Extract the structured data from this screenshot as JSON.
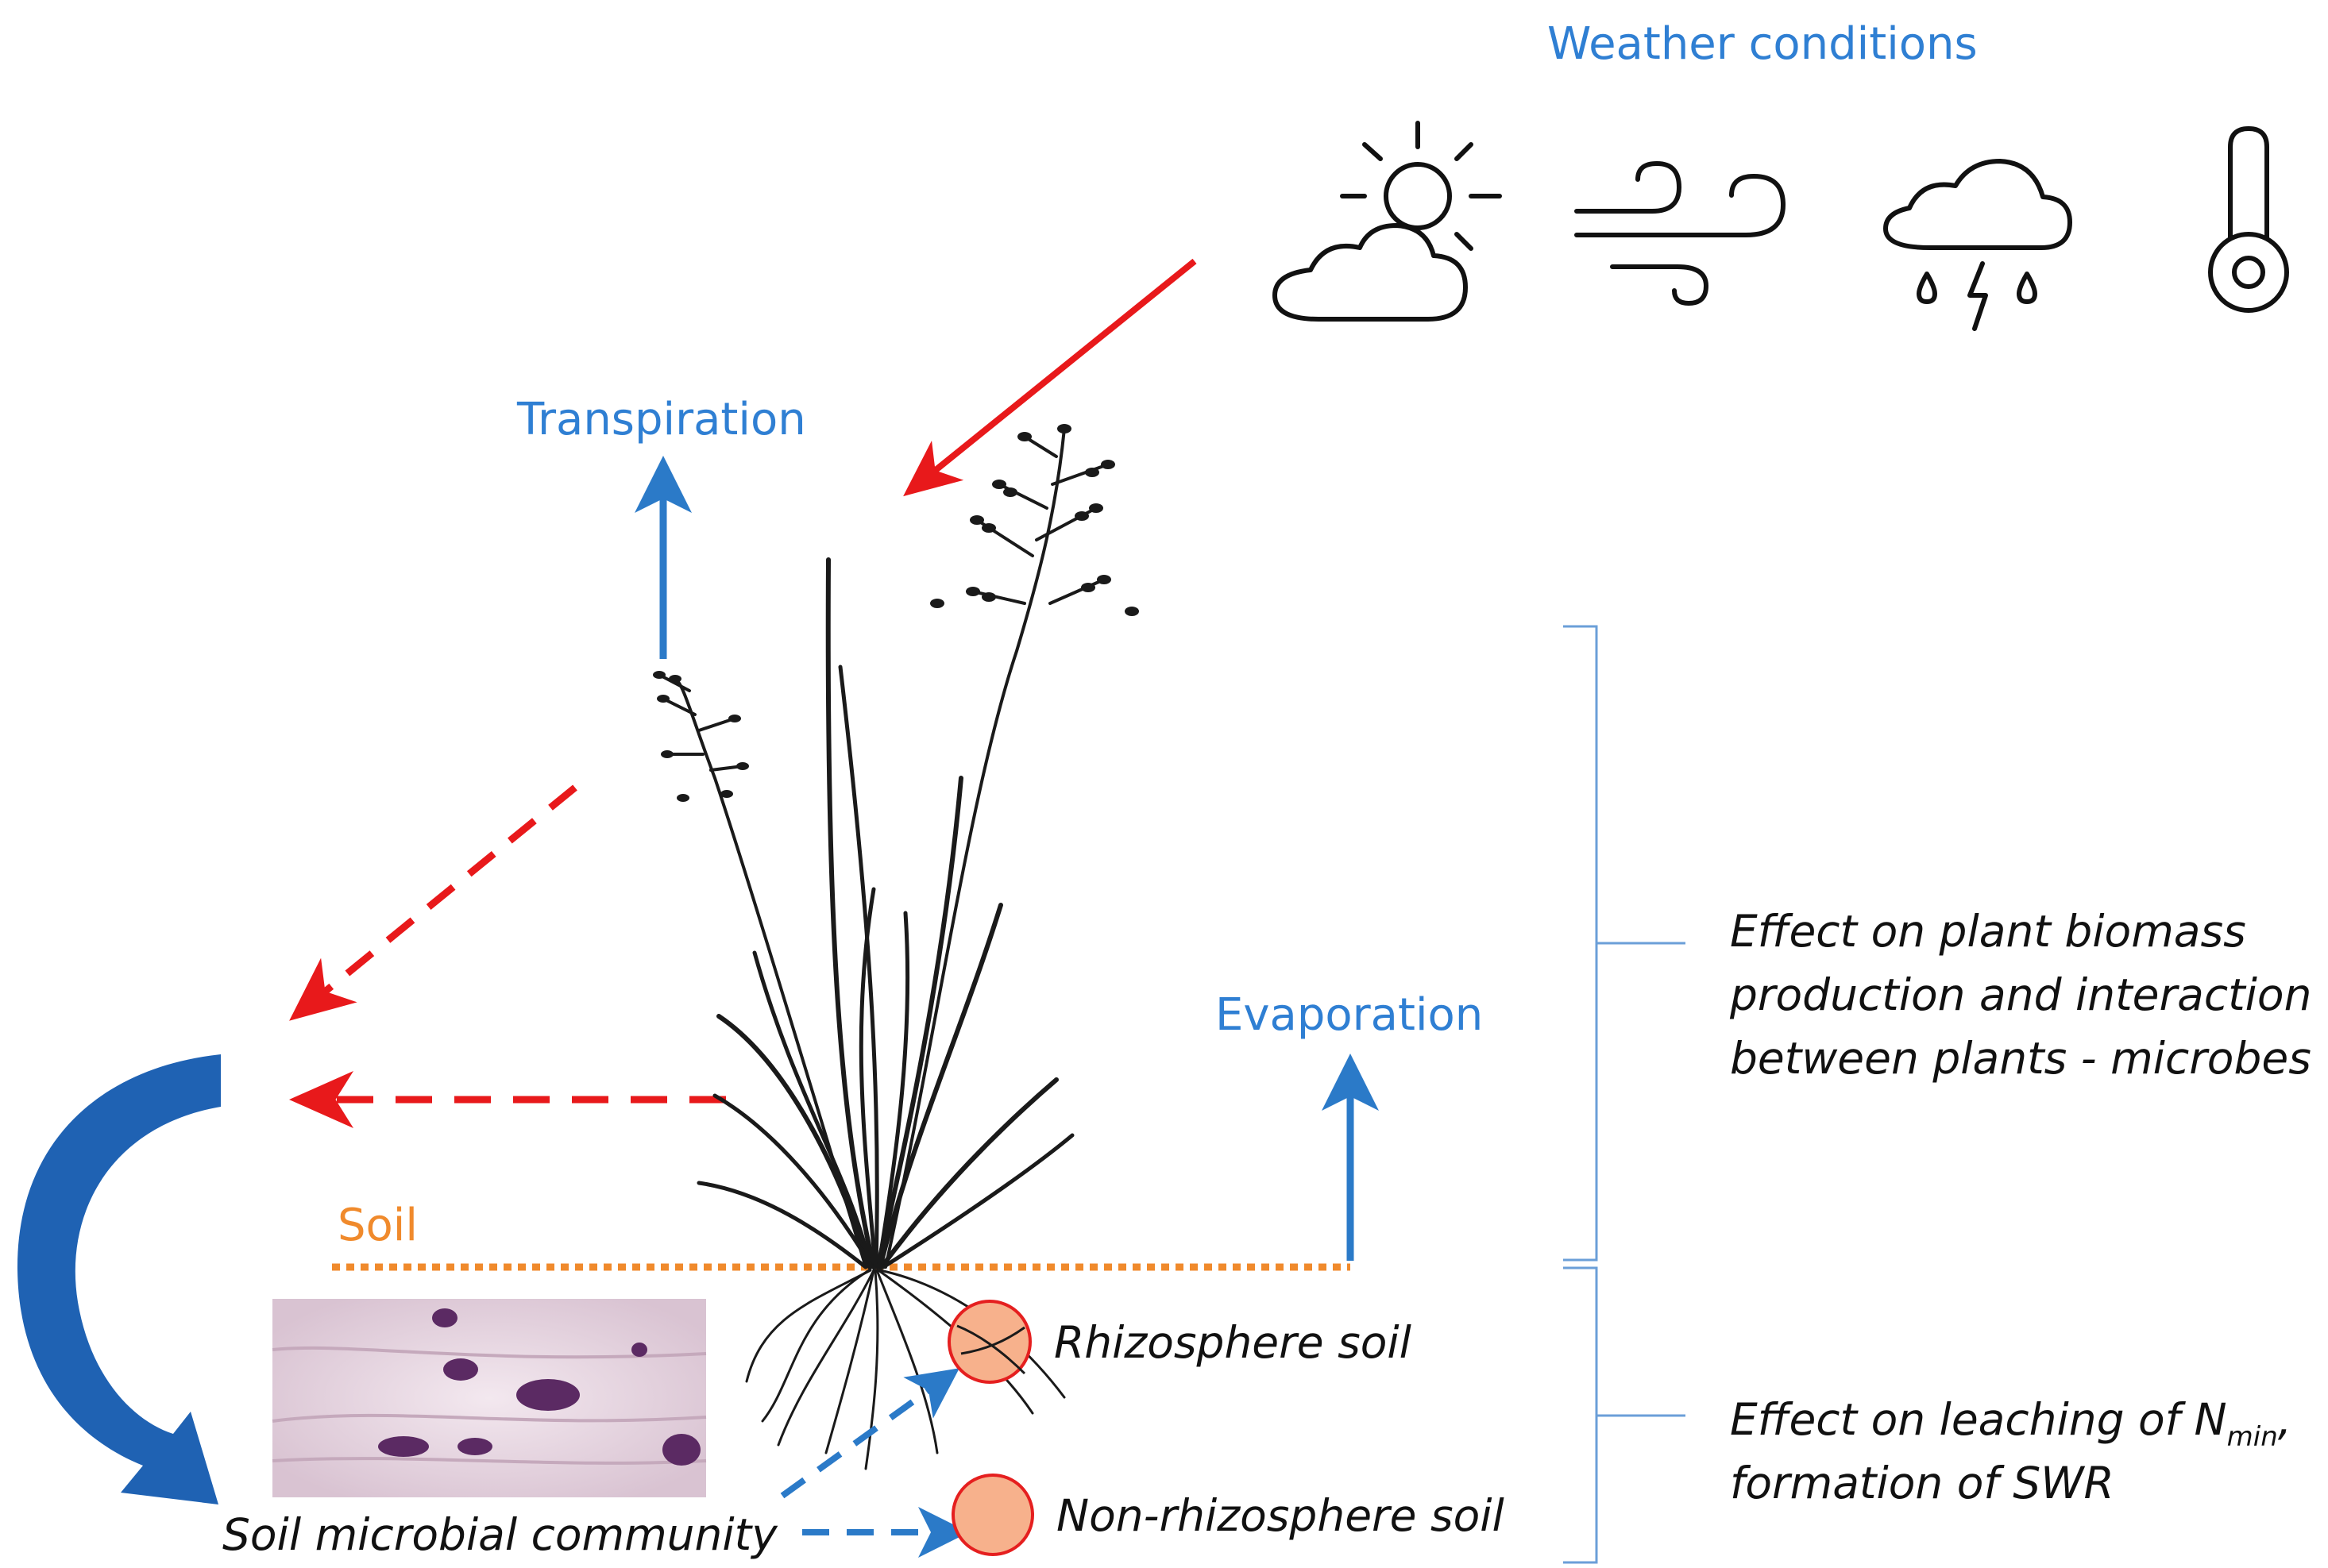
{
  "labels": {
    "weather_conditions": "Weather conditions",
    "transpiration": "Transpiration",
    "evaporation": "Evaporation",
    "soil": "Soil",
    "rhizosphere_soil": "Rhizosphere soil",
    "non_rhizosphere_soil": "Non-rhizosphere soil",
    "soil_microbial_community": "Soil microbial community"
  },
  "effects": {
    "upper": {
      "line1": "Effect on plant biomass",
      "line2": "production and interaction",
      "line3": "between plants - microbes"
    },
    "lower": {
      "line1_prefix": "Effect on leaching of N",
      "line1_subscript": "min",
      "line1_suffix": ",",
      "line2": "formation of SWR"
    }
  },
  "weather_icons": [
    "sun-cloud-icon",
    "wind-icon",
    "storm-cloud-icon",
    "thermometer-icon"
  ],
  "colors": {
    "blue_text": "#2f7fd3",
    "red_arrow": "#e8191b",
    "blue_arrow": "#2b7ac8",
    "curved_arrow": "#1f62b3",
    "soil_line": "#f08a2c",
    "soil_circle_fill": "#f7b18c",
    "soil_circle_stroke": "#e51f1f",
    "bracket": "#6b9fd8"
  }
}
